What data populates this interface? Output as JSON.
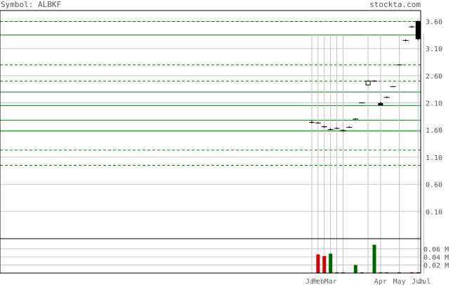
{
  "header": {
    "symbol": "Symbol: ALBKF",
    "site": "stockta.com"
  },
  "colors": {
    "grid": "#c8c8c8",
    "level": "#008000",
    "level_dashed": "#008000",
    "vline": "#c0c0c0",
    "candle": "#000000",
    "vol_up": "#006400",
    "vol_down": "#cc0000"
  },
  "chart_data": {
    "type": "candlestick",
    "title": "",
    "price_axis": {
      "ylim": [
        -0.4,
        3.8
      ],
      "ticks": [
        "3.60",
        "3.10",
        "2.60",
        "2.10",
        "1.60",
        "1.10",
        "0.60",
        "0.10"
      ],
      "tick_values": [
        3.6,
        3.1,
        2.6,
        2.1,
        1.6,
        1.1,
        0.6,
        0.1
      ]
    },
    "volume_axis": {
      "ylim": [
        0,
        0.085
      ],
      "ticks": [
        "0.06 M",
        "0.04 M",
        "0.02 M"
      ],
      "tick_values": [
        0.06,
        0.04,
        0.02
      ]
    },
    "grid": true,
    "support_resistance": {
      "solid": [
        3.35,
        2.3,
        2.05,
        1.78,
        1.58
      ],
      "dashed": [
        3.6,
        2.8,
        2.5,
        1.23,
        0.95
      ]
    },
    "x_labels": [
      {
        "label": "Jan",
        "i": 0
      },
      {
        "label": "Feb",
        "i": 1
      },
      {
        "label": "Mar",
        "i": 3
      },
      {
        "label": "Apr",
        "i": 11
      },
      {
        "label": "May",
        "i": 14
      },
      {
        "label": "Jun",
        "i": 17
      },
      {
        "label": "Jul",
        "i": 18
      }
    ],
    "x_label_text": "JanFebMar Apr May JunJul",
    "candles": [
      {
        "o": 1.74,
        "h": 1.78,
        "l": 1.72,
        "c": 1.74
      },
      {
        "o": 1.73,
        "h": 1.75,
        "l": 1.72,
        "c": 1.73
      },
      {
        "o": 1.66,
        "h": 1.68,
        "l": 1.64,
        "c": 1.66
      },
      {
        "o": 1.6,
        "h": 1.63,
        "l": 1.59,
        "c": 1.61
      },
      {
        "o": 1.63,
        "h": 1.65,
        "l": 1.62,
        "c": 1.63
      },
      {
        "o": 1.59,
        "h": 1.61,
        "l": 1.57,
        "c": 1.59
      },
      {
        "o": 1.65,
        "h": 1.67,
        "l": 1.64,
        "c": 1.65
      },
      {
        "o": 1.8,
        "h": 1.82,
        "l": 1.79,
        "c": 1.8
      },
      {
        "o": 2.1,
        "h": 2.11,
        "l": 2.09,
        "c": 2.1
      },
      {
        "o": 2.43,
        "h": 2.52,
        "l": 2.42,
        "c": 2.5
      },
      {
        "o": 2.5,
        "h": 2.52,
        "l": 2.49,
        "c": 2.5
      },
      {
        "o": 2.09,
        "h": 2.12,
        "l": 2.06,
        "c": 2.06
      },
      {
        "o": 2.2,
        "h": 2.22,
        "l": 2.19,
        "c": 2.2
      },
      {
        "o": 2.4,
        "h": 2.41,
        "l": 2.39,
        "c": 2.4
      },
      {
        "o": 2.8,
        "h": 2.81,
        "l": 2.79,
        "c": 2.8
      },
      {
        "o": 3.25,
        "h": 3.27,
        "l": 3.23,
        "c": 3.25
      },
      {
        "o": 3.5,
        "h": 3.52,
        "l": 3.48,
        "c": 3.5
      },
      {
        "o": 3.6,
        "h": 3.62,
        "l": 3.25,
        "c": 3.28
      }
    ],
    "volumes": [
      {
        "v": 0.001,
        "dir": "up"
      },
      {
        "v": 0.046,
        "dir": "down"
      },
      {
        "v": 0.042,
        "dir": "down"
      },
      {
        "v": 0.048,
        "dir": "up"
      },
      {
        "v": 0.002,
        "dir": "up"
      },
      {
        "v": 0.002,
        "dir": "up"
      },
      {
        "v": 0.001,
        "dir": "up"
      },
      {
        "v": 0.02,
        "dir": "up"
      },
      {
        "v": 0.002,
        "dir": "up"
      },
      {
        "v": 0.001,
        "dir": "up"
      },
      {
        "v": 0.07,
        "dir": "up"
      },
      {
        "v": 0.002,
        "dir": "up"
      },
      {
        "v": 0.002,
        "dir": "up"
      },
      {
        "v": 0.001,
        "dir": "up"
      },
      {
        "v": 0.002,
        "dir": "up"
      },
      {
        "v": 0.001,
        "dir": "up"
      },
      {
        "v": 0.002,
        "dir": "down"
      },
      {
        "v": 0.002,
        "dir": "up"
      }
    ]
  }
}
